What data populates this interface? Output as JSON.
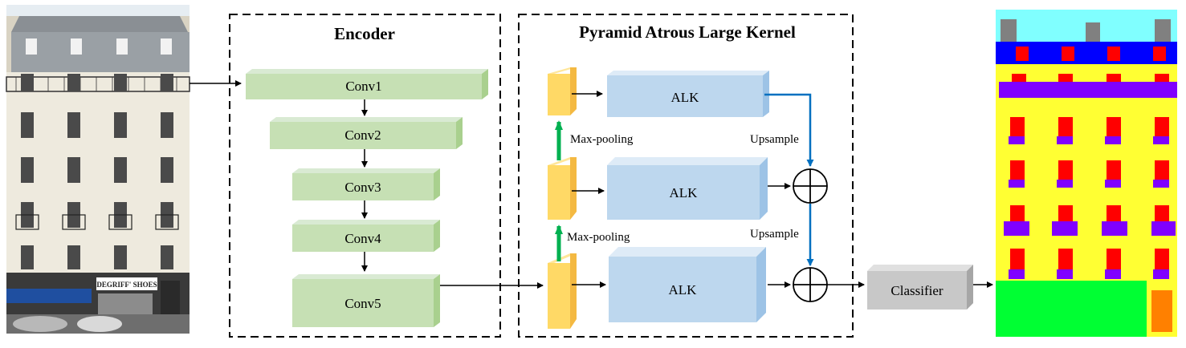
{
  "encoder": {
    "title": "Encoder",
    "blocks": [
      "Conv1",
      "Conv2",
      "Conv3",
      "Conv4",
      "Conv5"
    ]
  },
  "palk": {
    "title": "Pyramid Atrous Large Kernel",
    "alk_label": "ALK",
    "maxpool_label": "Max-pooling",
    "upsample_label": "Upsample"
  },
  "classifier": {
    "label": "Classifier"
  },
  "photo": {
    "shop_sign": "DEGRIFF' SHOES"
  },
  "colors": {
    "conv_fill": "#c6e0b4",
    "conv_side": "#a9d08e",
    "alk_fill": "#bdd7ee",
    "alk_side": "#9dc3e6",
    "feature_fill": "#ffd966",
    "classifier_fill": "#c8c8c8",
    "maxpool_arrow": "#00b050",
    "upsample_arrow": "#0070c0",
    "seg_sky": "#80ffff",
    "seg_roof": "#0000ff",
    "seg_wall": "#ffff33",
    "seg_window": "#ff0000",
    "seg_balcony": "#8000ff",
    "seg_shop": "#00ff33",
    "seg_door": "#ff8000",
    "seg_chimney": "#808080"
  }
}
